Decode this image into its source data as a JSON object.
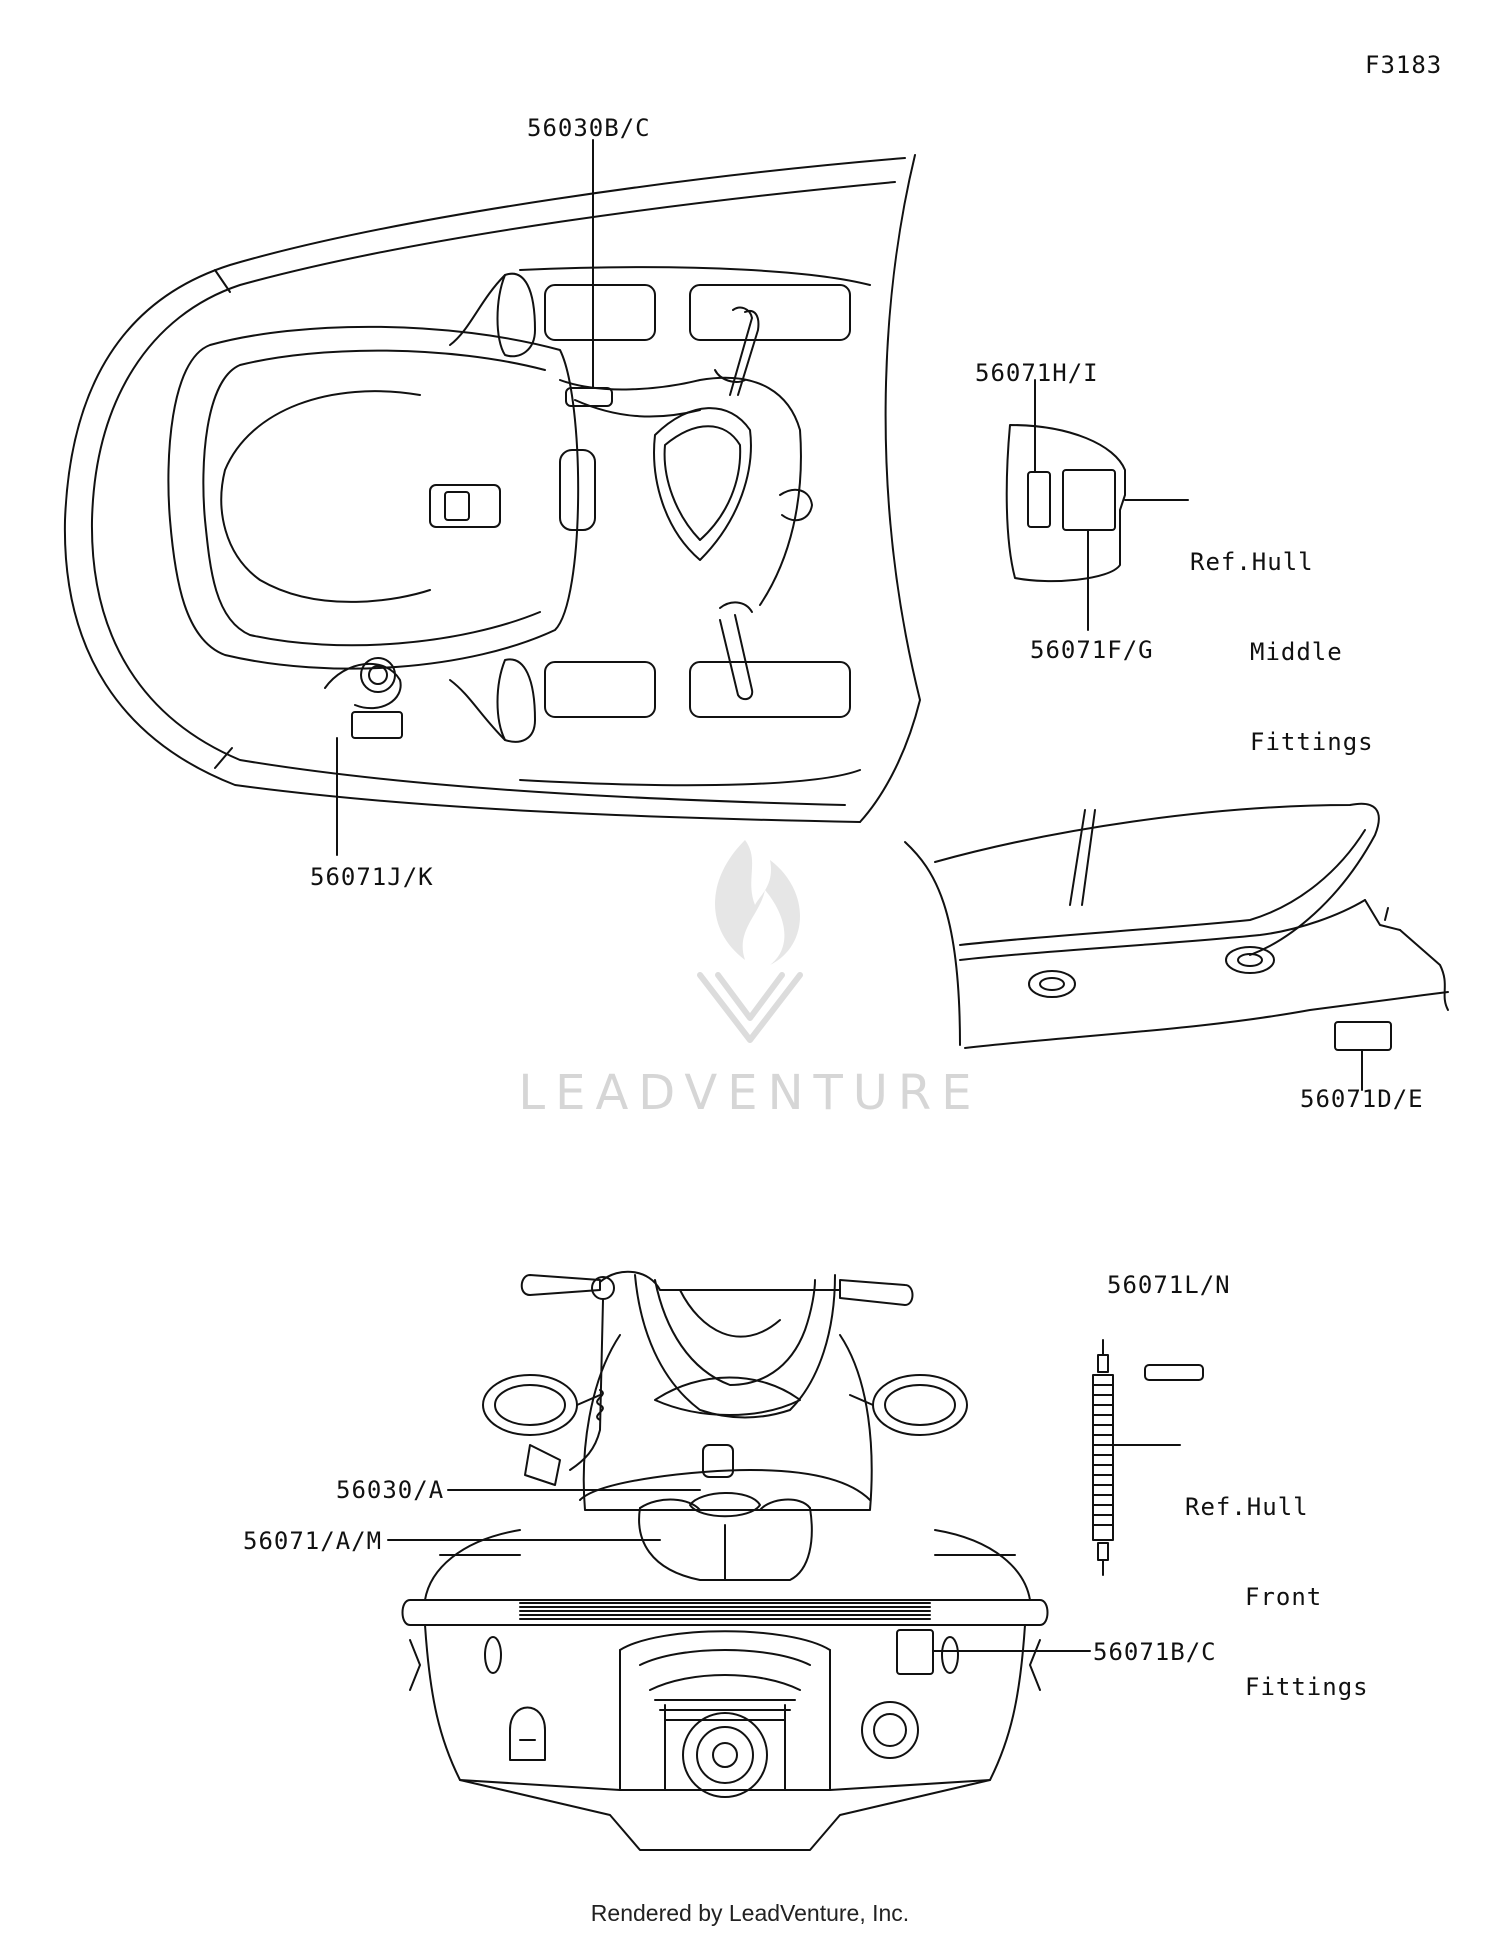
{
  "figure_id": "F3183",
  "callouts": {
    "c_56030bc": "56030B/C",
    "c_56071hi": "56071H/I",
    "c_56071fg": "56071F/G",
    "c_56071jk": "56071J/K",
    "c_56071de": "56071D/E",
    "c_56071ln": "56071L/N",
    "c_56030a": "56030/A",
    "c_56071am": "56071/A/M",
    "c_56071bc": "56071B/C"
  },
  "notes": {
    "middle_fittings": [
      "Ref.Hull",
      "Middle",
      "Fittings"
    ],
    "front_fittings": [
      "Ref.Hull",
      "Front",
      "Fittings"
    ]
  },
  "watermark": {
    "text": "LEADVENTURE"
  },
  "footer": "Rendered by LeadVenture, Inc.",
  "colors": {
    "line": "#111111",
    "watermark": "#d6d6d6"
  }
}
